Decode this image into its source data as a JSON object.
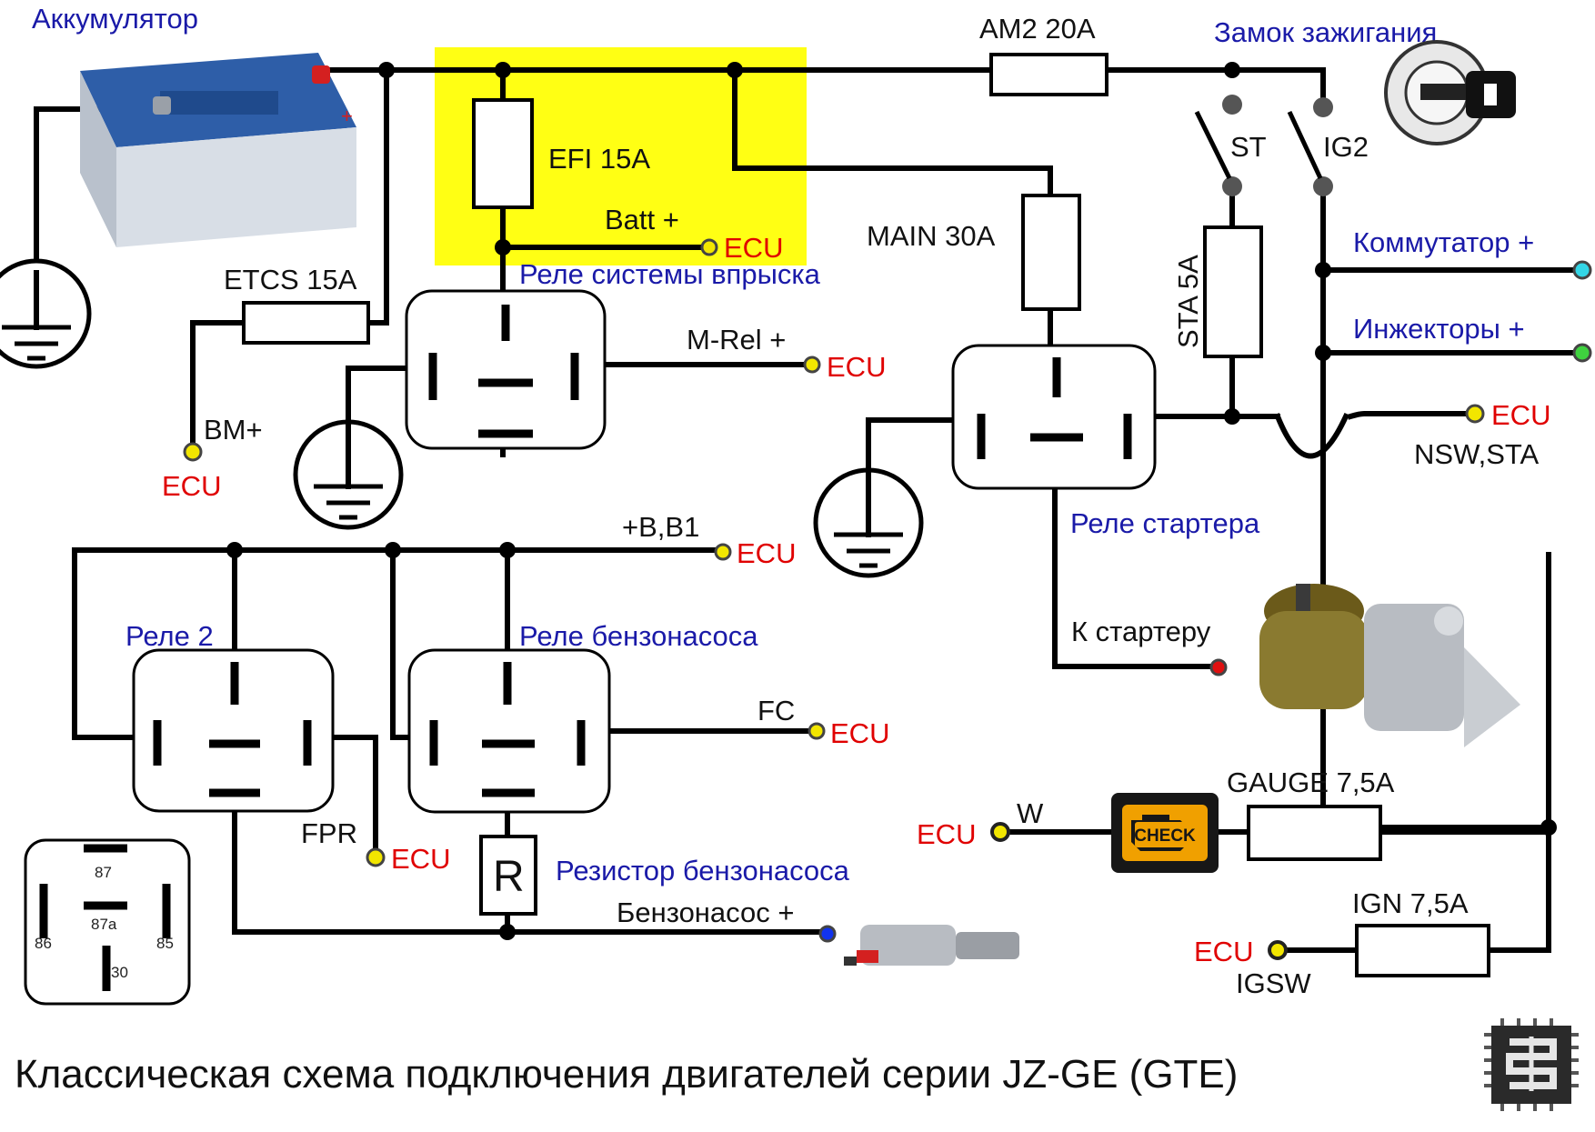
{
  "title": "Классическая схема подключения двигателей серии JZ-GE (GTE)",
  "components": {
    "battery": "Аккумулятор",
    "ignition_switch": "Замок зажигания",
    "switch_st": "ST",
    "switch_ig2": "IG2",
    "efi_relay": "Реле системы впрыска",
    "starter_relay": "Реле стартера",
    "relay2": "Реле 2",
    "fuel_pump_relay": "Реле бензонасоса",
    "fuel_pump_resistor": "Резистор бензонасоса",
    "resistor_symbol": "R",
    "check_lamp": "CHECK"
  },
  "fuses": {
    "am2": "AM2 20A",
    "efi": "EFI 15A",
    "etcs": "ETCS 15A",
    "main": "MAIN 30A",
    "sta": "STA 5A",
    "gauge": "GAUGE 7,5A",
    "ign": "IGN 7,5A"
  },
  "signals": {
    "batt": "Batt +",
    "bm": "BM+",
    "mrel": "M-Rel +",
    "b_b1": "+B,B1",
    "fc": "FC",
    "fpr": "FPR",
    "commutator": "Коммутатор +",
    "injectors": "Инжекторы +",
    "nsw_sta": "NSW,STA",
    "to_starter": "К стартеру",
    "w": "W",
    "igsw": "IGSW",
    "fuel_pump": "Бензонасос +"
  },
  "ecu_label": "ECU",
  "pinout": {
    "p87": "87",
    "p87a": "87a",
    "p86": "86",
    "p85": "85",
    "p30": "30"
  },
  "colors": {
    "efi_zone": "#ffff14",
    "ecu_text": "#e00000",
    "blue_text": "#1a1aa8",
    "terminal_yellow": "#f2e600",
    "terminal_cyan": "#33d6e6",
    "terminal_green": "#3fd23f",
    "terminal_blue": "#1133ee",
    "terminal_red": "#e01010"
  }
}
